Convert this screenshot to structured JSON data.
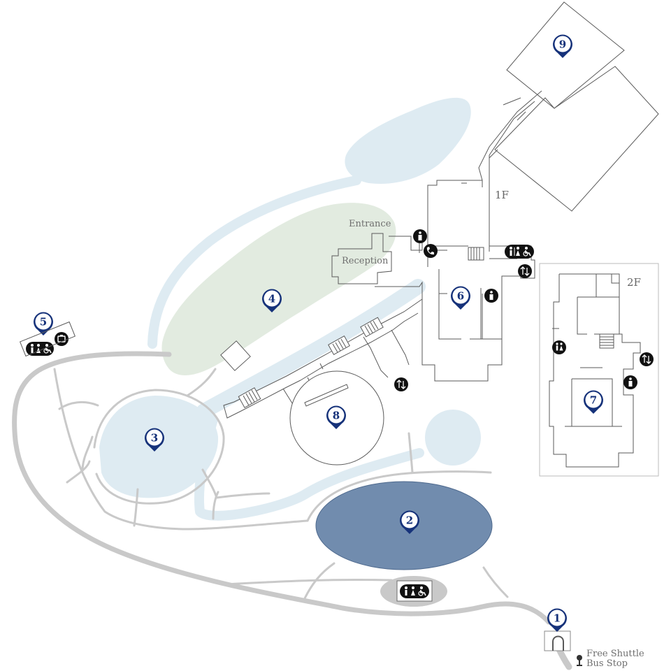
{
  "map": {
    "floor_1f": "1F",
    "floor_2f": "2F",
    "labels": {
      "entrance": "Entrance",
      "reception": "Reception",
      "shuttle_line1": "Free Shuttle",
      "shuttle_line2": "Bus Stop"
    },
    "colors": {
      "water": "#deebf2",
      "lawn": "#e2ebe0",
      "plaza": "#718cae",
      "road": "#c9c9c9",
      "marker": "#16327a",
      "wall": "#5a5a5a",
      "icon": "#111111"
    },
    "markers": [
      {
        "id": "1",
        "label": "1"
      },
      {
        "id": "2",
        "label": "2"
      },
      {
        "id": "3",
        "label": "3"
      },
      {
        "id": "4",
        "label": "4"
      },
      {
        "id": "5",
        "label": "5"
      },
      {
        "id": "6",
        "label": "6"
      },
      {
        "id": "7",
        "label": "7"
      },
      {
        "id": "8",
        "label": "8"
      },
      {
        "id": "9",
        "label": "9"
      }
    ],
    "facility_icons": [
      "restroom-accessible-icon",
      "restroom-icon",
      "information-icon",
      "telephone-icon",
      "elevator-icon",
      "shuttle-bus-icon",
      "locker-icon"
    ]
  }
}
